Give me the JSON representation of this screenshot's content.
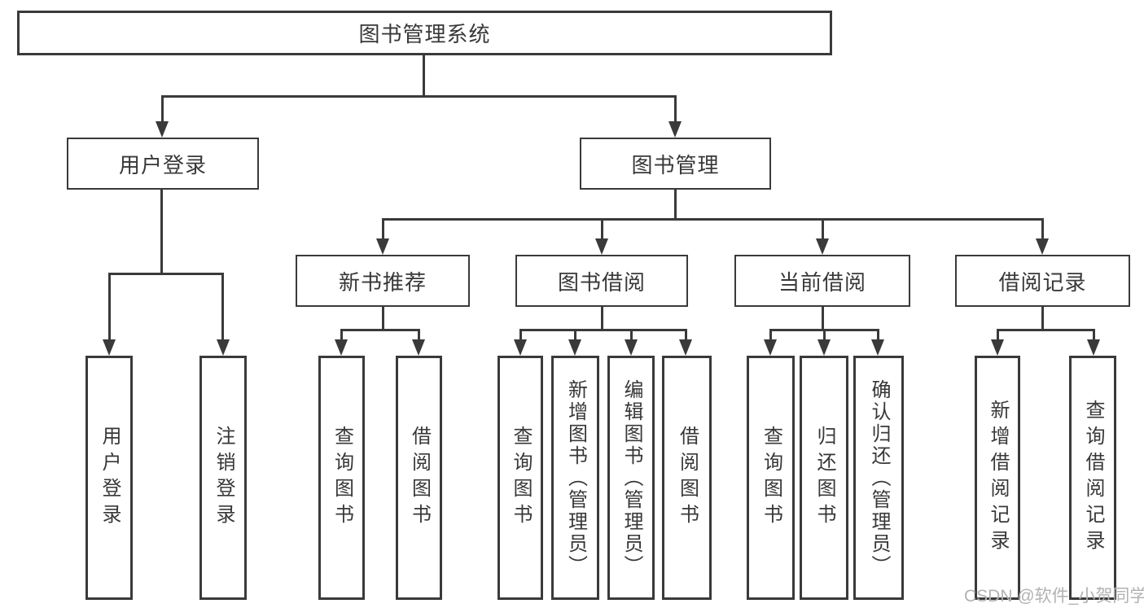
{
  "colors": {
    "line": "#3a3a3a",
    "text": "#383838",
    "background": "#ffffff",
    "watermark": "#b2b2b2"
  },
  "watermark": {
    "text": "CSDN @软件_小贺同学"
  },
  "tree": {
    "label": "图书管理系统",
    "children": [
      {
        "label": "用户登录",
        "children": [
          {
            "label": "用户登录"
          },
          {
            "label": "注销登录"
          }
        ]
      },
      {
        "label": "图书管理",
        "children": [
          {
            "label": "新书推荐",
            "children": [
              {
                "label": "查询图书"
              },
              {
                "label": "借阅图书"
              }
            ]
          },
          {
            "label": "图书借阅",
            "children": [
              {
                "label": "查询图书"
              },
              {
                "label": "新增图书（管理员）"
              },
              {
                "label": "编辑图书（管理员）"
              },
              {
                "label": "借阅图书"
              }
            ]
          },
          {
            "label": "当前借阅",
            "children": [
              {
                "label": "查询图书"
              },
              {
                "label": "归还图书"
              },
              {
                "label": "确认归还（管理员）"
              }
            ]
          },
          {
            "label": "借阅记录",
            "children": [
              {
                "label": "新增借阅记录"
              },
              {
                "label": "查询借阅记录"
              }
            ]
          }
        ]
      }
    ]
  }
}
